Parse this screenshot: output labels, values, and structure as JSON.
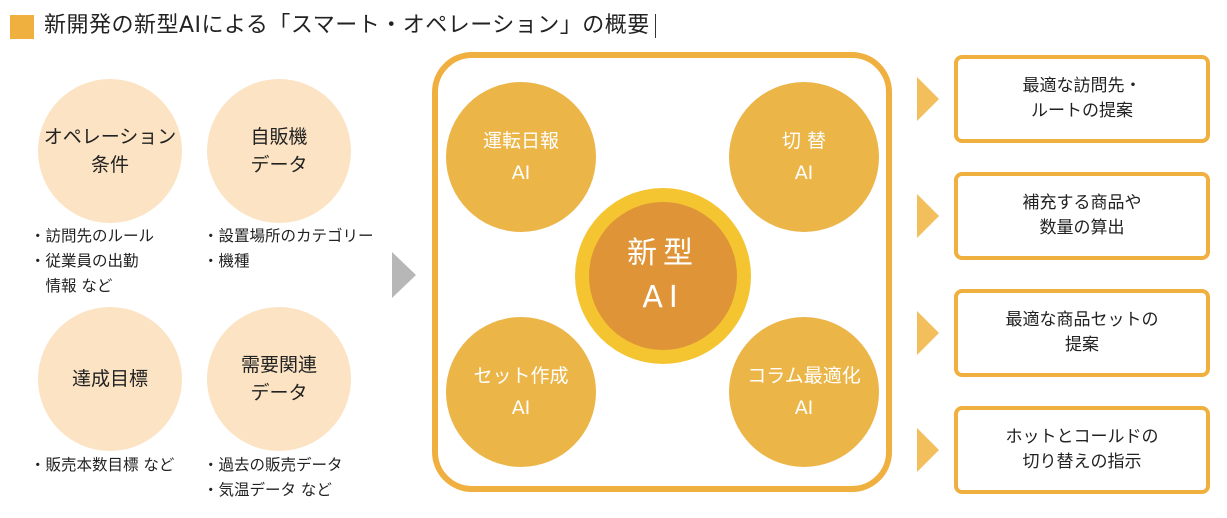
{
  "header": {
    "title": "新開発の新型AIによる「スマート・オペレーション」の概要"
  },
  "inputs": [
    {
      "lines": [
        "オペレーション",
        "条件"
      ],
      "notes": [
        "・訪問先のルール",
        "・従業員の出勤",
        "　情報 など"
      ]
    },
    {
      "lines": [
        "自販機",
        "データ"
      ],
      "notes": [
        "・設置場所のカテゴリー",
        "・機種"
      ]
    },
    {
      "lines": [
        "達成目標"
      ],
      "notes": [
        "・販売本数目標 など"
      ]
    },
    {
      "lines": [
        "需要関連",
        "データ"
      ],
      "notes": [
        "・過去の販売データ",
        "・気温データ など"
      ]
    }
  ],
  "ai_modules": [
    {
      "lines": [
        "運転日報",
        "AI"
      ]
    },
    {
      "lines": [
        "切 替",
        "AI"
      ]
    },
    {
      "lines": [
        "セット作成",
        "AI"
      ]
    },
    {
      "lines": [
        "コラム最適化",
        "AI"
      ]
    }
  ],
  "core": {
    "lines": [
      "新型",
      "AI"
    ]
  },
  "outputs": [
    {
      "lines": [
        "最適な訪問先・",
        "ルートの提案"
      ]
    },
    {
      "lines": [
        "補充する商品や",
        "数量の算出"
      ]
    },
    {
      "lines": [
        "最適な商品セットの",
        "提案"
      ]
    },
    {
      "lines": [
        "ホットとコールドの",
        "切り替えの指示"
      ]
    }
  ],
  "colors": {
    "accent": "#F0B040",
    "input_circle": "#FBE3C3",
    "ai_circle": "#EBB548",
    "core_ring": "#F4C531",
    "core": "#DF9438",
    "flow_arrow": "#B7B7B7",
    "output_arrow": "#F3BE5C"
  }
}
